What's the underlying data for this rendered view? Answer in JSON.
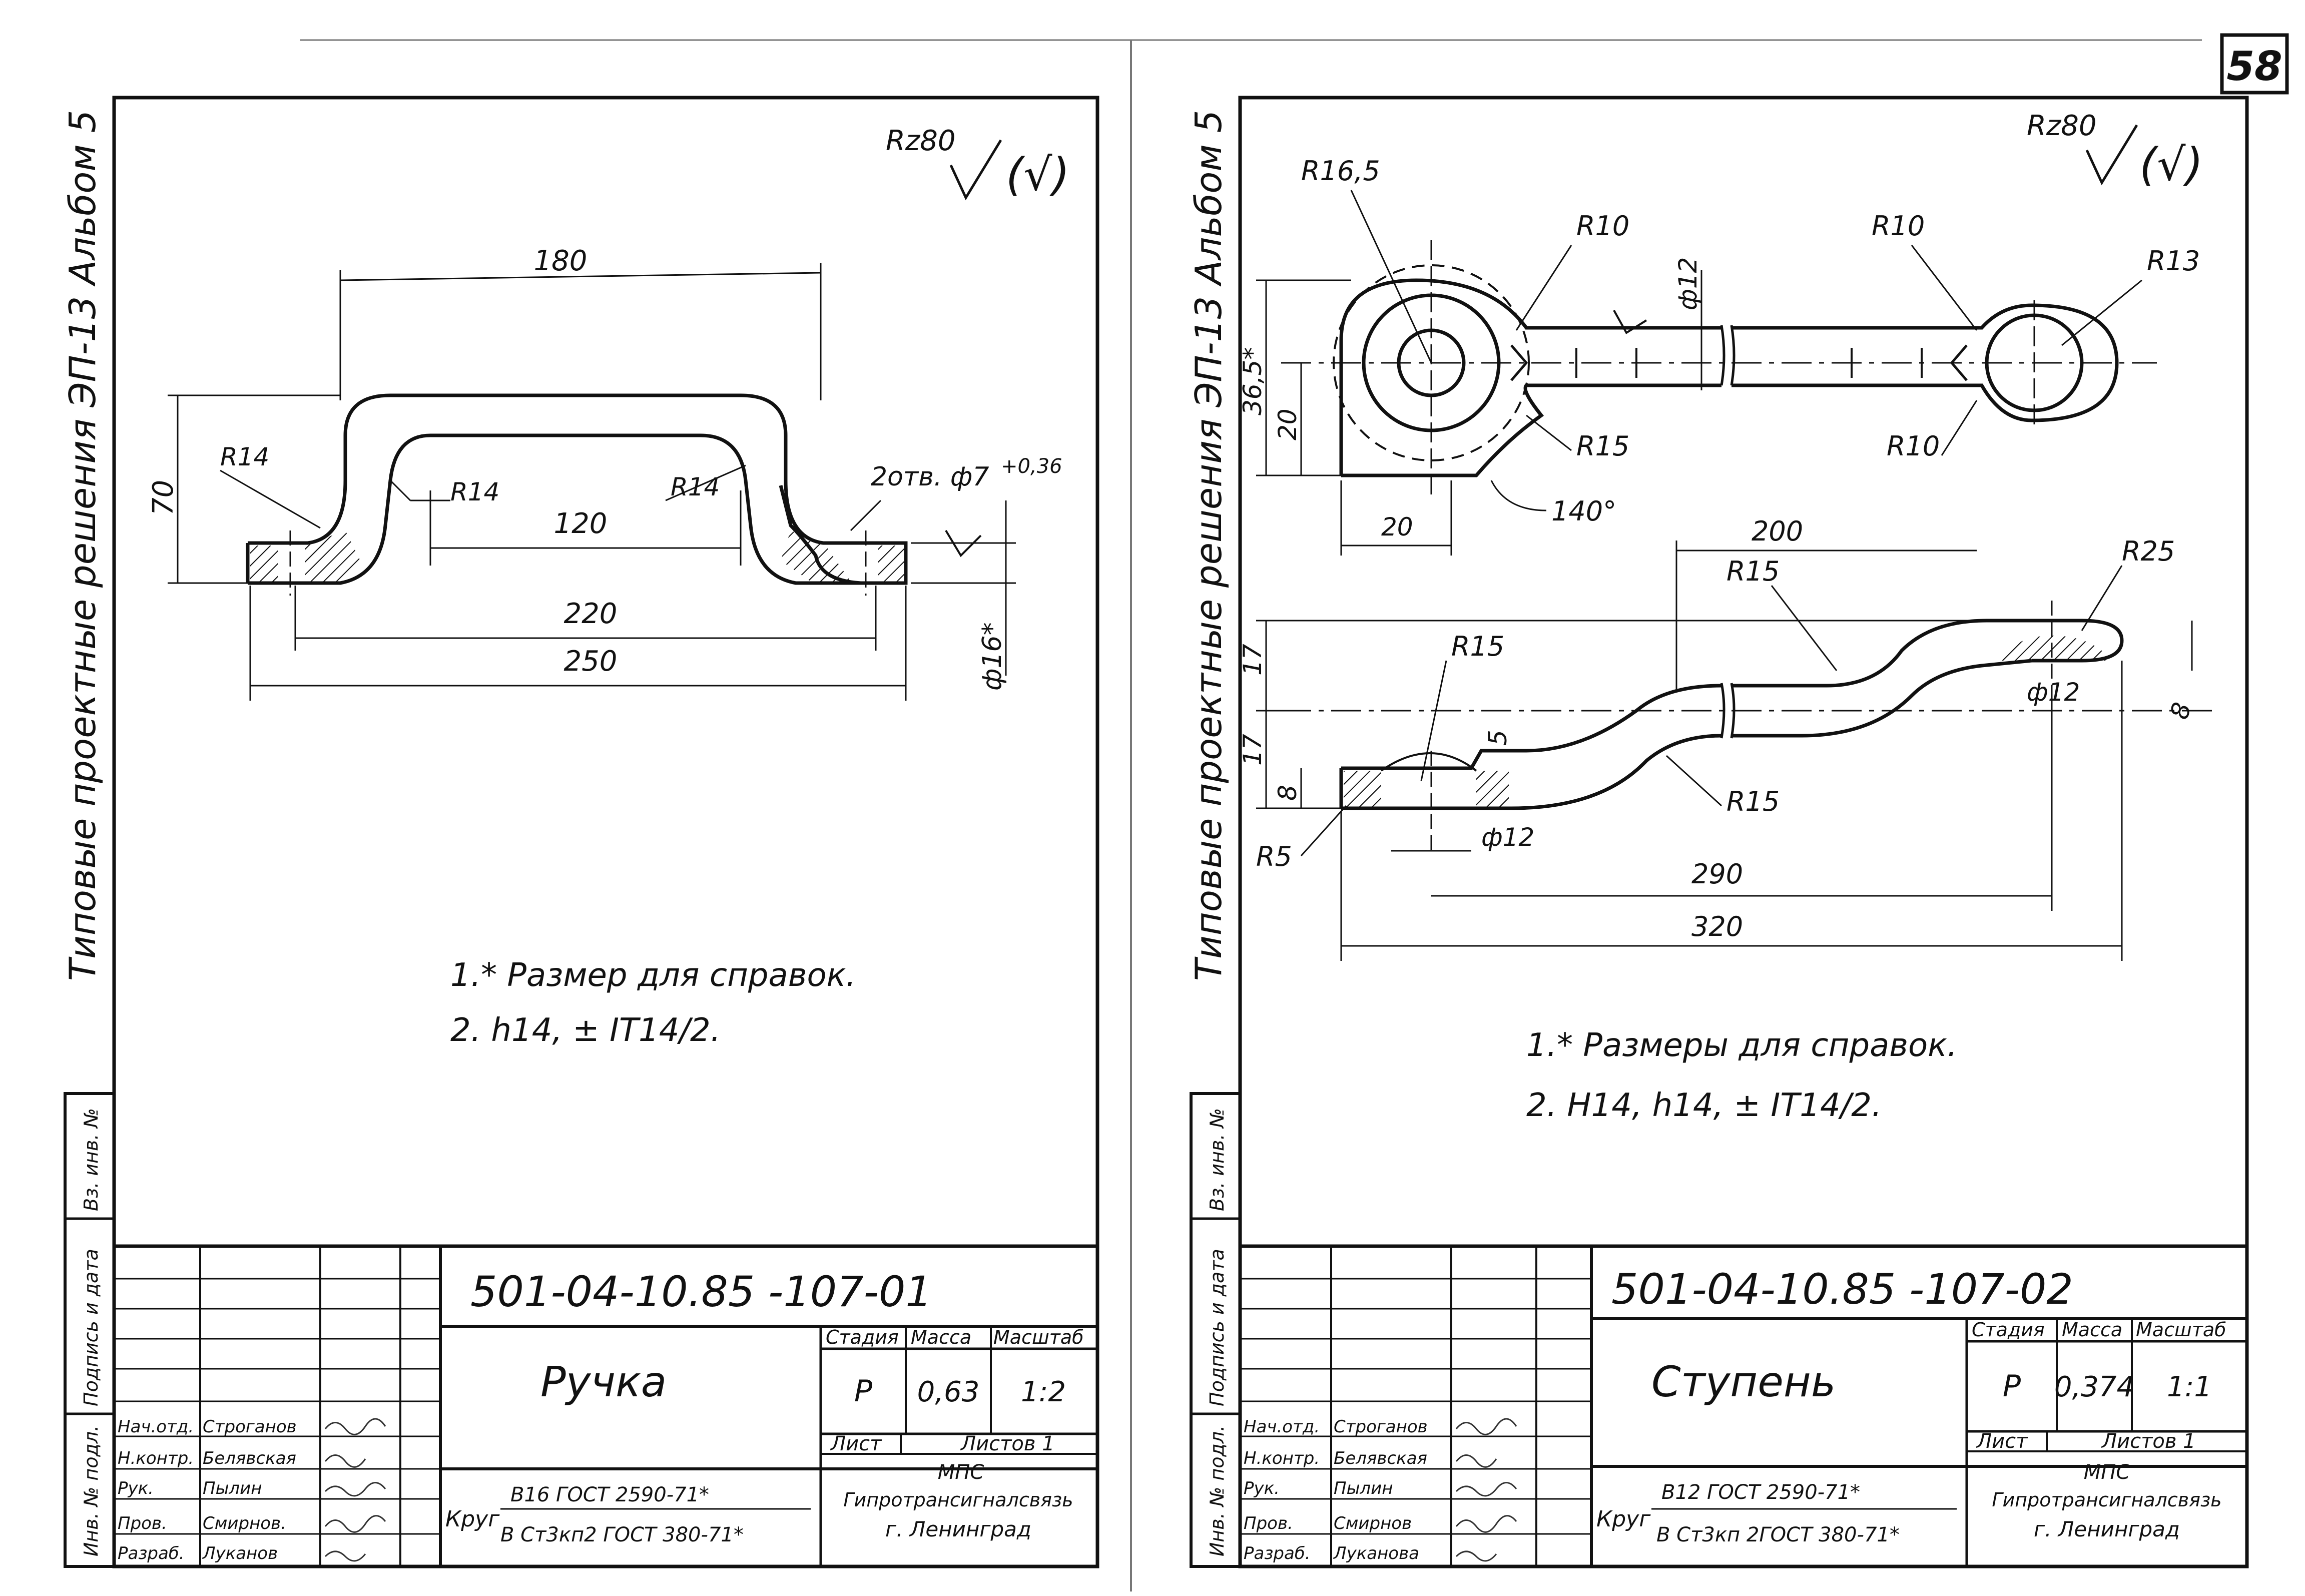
{
  "page_number": "58",
  "left_sheet": {
    "side_caption": "Типовые проектные решения ЭП-13 Альбом 5",
    "roughness": "Rz80",
    "roughness_check": "(√)",
    "dims": {
      "d180": "180",
      "d120": "120",
      "d220": "220",
      "d250": "250",
      "d70": "70",
      "r14_a": "R14",
      "r14_b": "R14",
      "r14_c": "R14",
      "holes": "2отв. ф7",
      "holes_tol": "+0,36",
      "d16": "ф16*"
    },
    "notes": [
      "1.* Размер для справок.",
      "2. h14, ± IT14/2."
    ],
    "stamp_side": [
      "Инв. № подл.",
      "Подпись и дата",
      "Вз. инв. №"
    ],
    "title_block": {
      "doc_code": "501-04-10.85 -107-01",
      "part_name": "Ручка",
      "stage_header": "Стадия",
      "mass_header": "Масса",
      "scale_header": "Масштаб",
      "stage": "Р",
      "mass": "0,63",
      "scale": "1:2",
      "sheet_label": "Лист",
      "sheets_label": "Листов 1",
      "org": "МПС",
      "org2": "Гипротрансигналсвязь",
      "city": "г. Ленинград",
      "material_prefix": "Круг",
      "material_top": "В16 ГОСТ 2590-71*",
      "material_bottom": "В Ст3кп2 ГОСТ 380-71*",
      "roles": [
        "Нач.отд.",
        "Н.контр.",
        "Рук.",
        "Пров.",
        "Разраб."
      ],
      "names": [
        "Строганов",
        "Белявская",
        "Пылин",
        "Смирнов.",
        "Луканов"
      ]
    }
  },
  "right_sheet": {
    "side_caption": "Типовые проектные решения ЭП-13 Альбом 5",
    "roughness": "Rz80",
    "roughness_check": "(√)",
    "dims": {
      "r16_5": "R16,5",
      "r10_a": "R10",
      "r10_b": "R10",
      "r10_c": "R10",
      "r13": "R13",
      "r15_a": "R15",
      "d12_top": "ф12",
      "d36_5": "36,5*",
      "d20_v": "20",
      "d20_h": "20",
      "a140": "140°",
      "d200": "200",
      "r15_b": "R15",
      "r15_c": "R15",
      "r15_d": "R15",
      "r25": "R25",
      "d17_a": "17",
      "d17_b": "17",
      "d8_a": "8",
      "d8_b": "8",
      "d5": "5",
      "d12_b": "ф12",
      "d12_c": "ф12",
      "r5": "R5",
      "d290": "290",
      "d320": "320"
    },
    "notes": [
      "1.* Размеры для справок.",
      "2. H14, h14, ± IT14/2."
    ],
    "stamp_side": [
      "Инв. № подл.",
      "Подпись и дата",
      "Вз. инв. №"
    ],
    "title_block": {
      "doc_code": "501-04-10.85 -107-02",
      "part_name": "Ступень",
      "stage_header": "Стадия",
      "mass_header": "Масса",
      "scale_header": "Масштаб",
      "stage": "Р",
      "mass": "0,374",
      "scale": "1:1",
      "sheet_label": "Лист",
      "sheets_label": "Листов 1",
      "org": "МПС",
      "org2": "Гипротрансигналсвязь",
      "city": "г. Ленинград",
      "material_prefix": "Круг",
      "material_top": "В12 ГОСТ 2590-71*",
      "material_bottom": "В Ст3кп 2ГОСТ 380-71*",
      "roles": [
        "Нач.отд.",
        "Н.контр.",
        "Рук.",
        "Пров.",
        "Разраб."
      ],
      "names": [
        "Строганов",
        "Белявская",
        "Пылин",
        "Смирнов",
        "Луканова"
      ]
    }
  }
}
